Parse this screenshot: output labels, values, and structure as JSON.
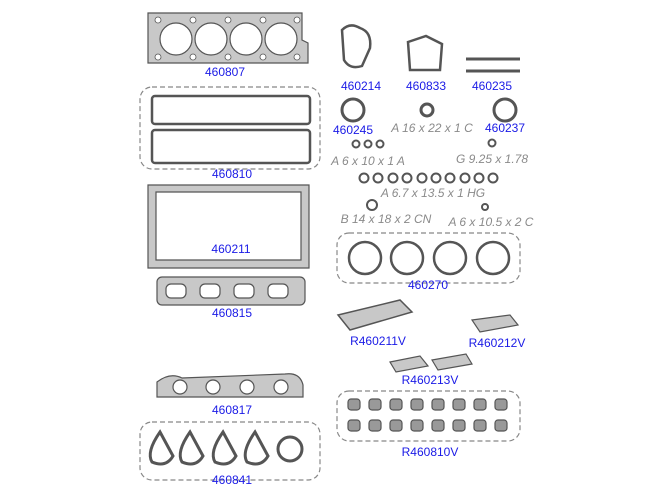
{
  "parts": {
    "head_gasket": "460807",
    "water_pump_gasket": "460214",
    "thermostat_gasket": "460833",
    "bolts": "460235",
    "seal_245": "460245",
    "ring_a16": "A 16 x 22 x 1 C",
    "seal_237": "460237",
    "valve_cover": "460810",
    "ring_a6": "A 6 x 10 x 1 A",
    "oring_g": "G 9.25 x 1.78",
    "ring_a67": "A 6.7 x 13.5 x 1 HG",
    "oil_pan": "460211",
    "ring_b14": "B 14 x 18 x 2 CN",
    "ring_a6105": "A 6 x 10.5 x 2 C",
    "ring_set": "460270",
    "exhaust_manifold": "460815",
    "crank_seal_r": "R460211V",
    "cam_seal_r": "R460212V",
    "seal_r213": "R460213V",
    "intake_manifold": "460817",
    "valve_stem_seals": "R460810V",
    "intake_seals": "460841"
  },
  "colors": {
    "part_number": "#1a1ae6",
    "spec": "#8a8a8a",
    "gasket_fill": "#c8c8c8",
    "outline": "#555555"
  }
}
